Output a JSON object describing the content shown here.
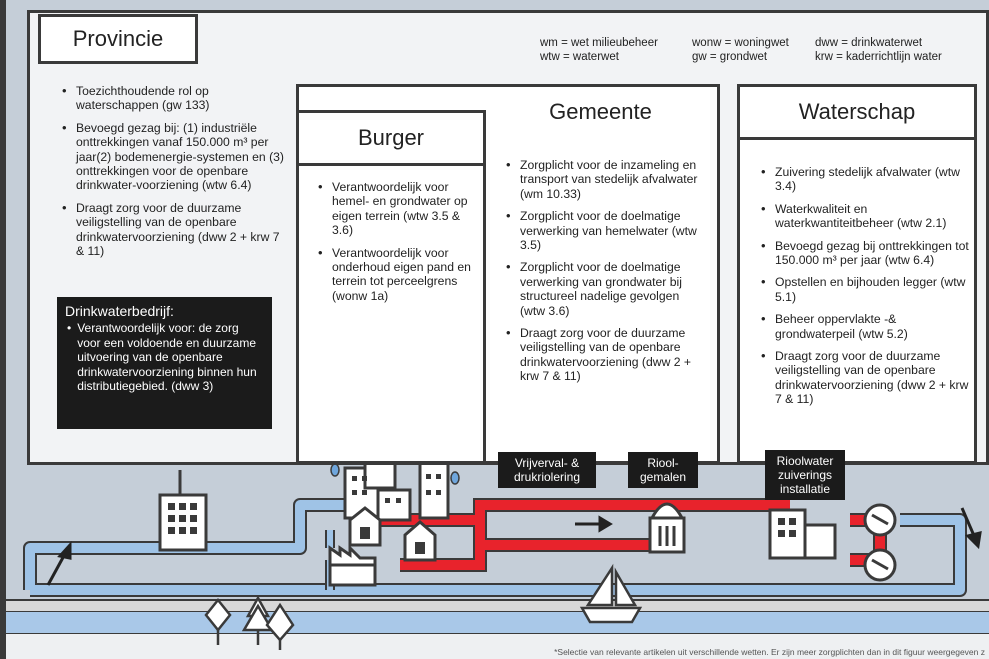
{
  "provincie": {
    "title": "Provincie",
    "items": [
      "Toezichthoudende rol op waterschappen (gw 133)",
      "Bevoegd gezag bij: (1) industriële onttrekkingen vanaf 150.000 m³ per jaar(2) bodemenergie-systemen en (3) onttrekkingen voor de openbare drinkwater-voorziening (wtw 6.4)",
      "Draagt zorg voor de duurzame veiligstelling van de openbare drinkwatervoorziening (dww 2 + krw 7 & 11)"
    ]
  },
  "abbreviations": {
    "col1": [
      "wm = wet milieubeheer",
      "wtw = waterwet"
    ],
    "col2": [
      "wonw = woningwet",
      "gw = grondwet"
    ],
    "col3": [
      "dww = drinkwaterwet",
      "krw = kaderrichtlijn water"
    ]
  },
  "drinkwaterbedrijf": {
    "title": "Drinkwaterbedrijf:",
    "text": "Verantwoordelijk voor: de zorg voor een voldoende en duurzame uitvoering van de openbare drinkwatervoorziening binnen hun distributiegebied. (dww 3)"
  },
  "gemeente": {
    "title": "Gemeente",
    "items": [
      "Zorgplicht voor de inzameling en transport van stedelijk afvalwater (wm 10.33)",
      "Zorgplicht voor de doelmatige verwerking van hemelwater (wtw 3.5)",
      "Zorgplicht voor de doelmatige verwerking van grondwater bij structureel nadelige gevolgen (wtw 3.6)",
      "Draagt zorg voor de duurzame veiligstelling van de openbare drinkwatervoorziening (dww 2 + krw 7 & 11)"
    ]
  },
  "burger": {
    "title": "Burger",
    "items": [
      "Verantwoordelijk voor hemel- en grondwater op eigen terrein (wtw 3.5 & 3.6)",
      "Verantwoordelijk voor onderhoud eigen pand en terrein tot perceelgrens (wonw 1a)"
    ]
  },
  "waterschap": {
    "title": "Waterschap",
    "items": [
      "Zuivering stedelijk afvalwater (wtw 3.4)",
      "Waterkwaliteit en waterkwantiteitbeheer (wtw 2.1)",
      "Bevoegd gezag bij onttrekkingen tot 150.000 m³ per jaar (wtw 6.4)",
      "Opstellen en bijhouden legger (wtw 5.1)",
      "Beheer oppervlakte -& grondwaterpeil (wtw 5.2)",
      "Draagt zorg voor de duurzame veiligstelling van de openbare drinkwatervoorziening (dww 2 + krw 7 & 11)"
    ]
  },
  "labels": {
    "riolering": [
      "Vrijverval- &",
      "drukriolering"
    ],
    "gemalen": [
      "Riool-",
      "gemalen"
    ],
    "rwzi": [
      "Rioolwater",
      "zuiverings",
      "installatie"
    ]
  },
  "footnote": "*Selectie van relevante artikelen uit verschillende wetten. Er zijn meer zorgplichten dan in dit figuur weergegeven z",
  "colors": {
    "sewer": "#e8232c",
    "water": "#9fc3e6",
    "dark": "#1b1b1b"
  }
}
